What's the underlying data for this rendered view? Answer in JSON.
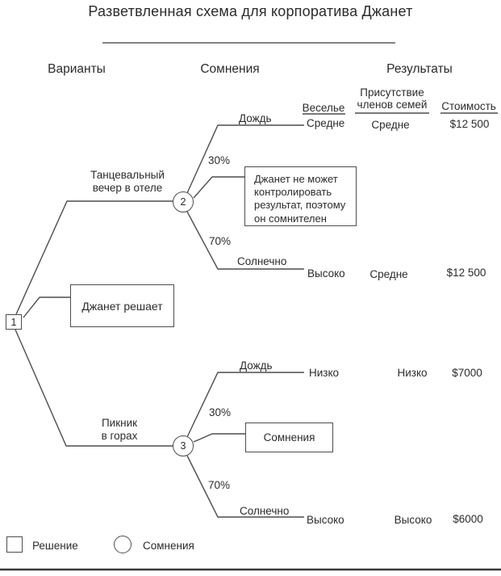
{
  "title": "Разветвленная схема для корпоратива Джанет",
  "columns": {
    "options": "Варианты",
    "uncertainties": "Сомнения",
    "results": "Результаты"
  },
  "result_headers": {
    "fun": "Веселье",
    "family_line1": "Присутствие",
    "family_line2": "членов семей",
    "cost": "Стоимость"
  },
  "nodes": {
    "n1": "1",
    "n2": "2",
    "n3": "3"
  },
  "branches": {
    "hotel": {
      "line1": "Танцевальный",
      "line2": "вечер в отеле"
    },
    "picnic": {
      "line1": "Пикник",
      "line2": "в горах"
    }
  },
  "callouts": {
    "decision_note": "Джанет решает",
    "uncertainty_note_lines": [
      "Джанет не может",
      "контролировать",
      "результат, поэтому",
      "он сомнителен"
    ],
    "doubts_note": "Сомнения"
  },
  "outcomes": [
    {
      "condition": "Дождь",
      "prob": "30%",
      "fun": "Средне",
      "family": "Средне",
      "cost": "$12 500"
    },
    {
      "condition": "Солнечно",
      "prob": "70%",
      "fun": "Высоко",
      "family": "Средне",
      "cost": "$12 500"
    },
    {
      "condition": "Дождь",
      "prob": "30%",
      "fun": "Низко",
      "family": "Низко",
      "cost": "$7000"
    },
    {
      "condition": "Солнечно",
      "prob": "70%",
      "fun": "Высоко",
      "family": "Высоко",
      "cost": "$6000"
    }
  ],
  "legend": {
    "decision": "Решение",
    "uncertainty": "Сомнения"
  },
  "colors": {
    "text": "#2b2b2d",
    "line": "#4d4d4f",
    "bottom_rule": "#3a3a3c"
  }
}
